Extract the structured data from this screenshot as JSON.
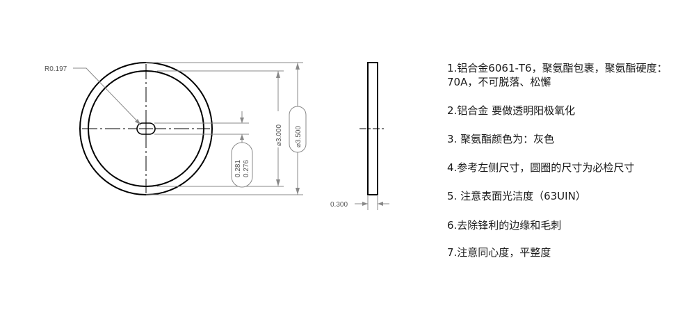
{
  "drawing": {
    "radius_label": "R0.197",
    "outer_diameter_label": "⌀3.500",
    "inner_diameter_label": "⌀3.000",
    "hole_size_upper": "0.281",
    "hole_size_lower": "0.276",
    "thickness_label": "0.300"
  },
  "notes": [
    "1.铝合金6061-T6，聚氨酯包裹，聚氨酯硬度：70A，不可脱落、松懈",
    "2.铝合金 要做透明阳极氧化",
    "3. 聚氨酯颜色为：灰色",
    "4.参考左侧尺寸，圆圈的尺寸为必检尺寸",
    "5. 注意表面光洁度（63UIN）",
    "6.去除锋利的边缘和毛刺",
    "7.注意同心度，平整度"
  ]
}
